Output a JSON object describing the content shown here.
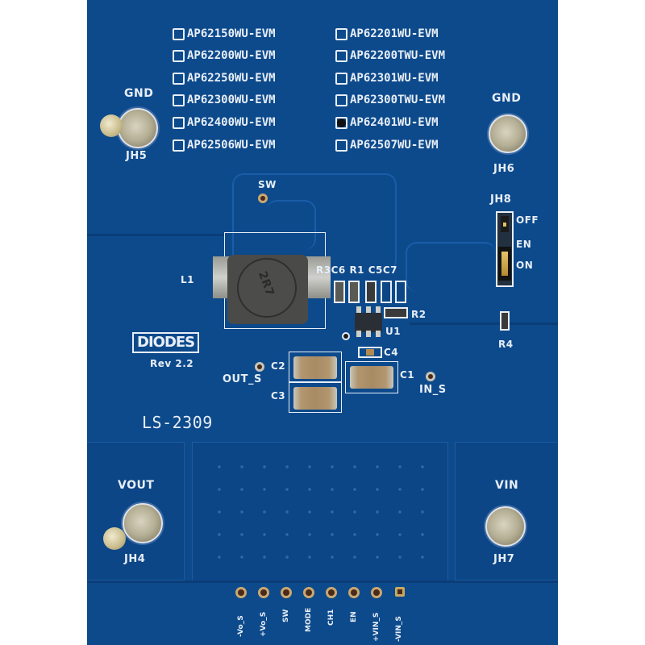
{
  "board": {
    "name": "LS-2309",
    "revision": "Rev 2.2",
    "brand": "DIODES",
    "colors": {
      "solder_mask": "#0d4a8c",
      "silkscreen": "#e8eef6",
      "copper_pour": "#0c4686"
    }
  },
  "evm_options": {
    "left": [
      {
        "label": "AP62150WU-EVM",
        "checked": false
      },
      {
        "label": "AP62200WU-EVM",
        "checked": false
      },
      {
        "label": "AP62250WU-EVM",
        "checked": false
      },
      {
        "label": "AP62300WU-EVM",
        "checked": false
      },
      {
        "label": "AP62400WU-EVM",
        "checked": false
      },
      {
        "label": "AP62506WU-EVM",
        "checked": false
      }
    ],
    "right": [
      {
        "label": "AP62201WU-EVM",
        "checked": false
      },
      {
        "label": "AP62200TWU-EVM",
        "checked": false
      },
      {
        "label": "AP62301WU-EVM",
        "checked": false
      },
      {
        "label": "AP62300TWU-EVM",
        "checked": false
      },
      {
        "label": "AP62401WU-EVM",
        "checked": true
      },
      {
        "label": "AP62507WU-EVM",
        "checked": false
      }
    ]
  },
  "terminals": {
    "jh5": {
      "net": "GND",
      "ref": "JH5"
    },
    "jh6": {
      "net": "GND",
      "ref": "JH6"
    },
    "jh4": {
      "net": "VOUT",
      "ref": "JH4"
    },
    "jh7": {
      "net": "VIN",
      "ref": "JH7"
    }
  },
  "jumper": {
    "ref": "JH8",
    "labels": [
      "OFF",
      "EN",
      "ON"
    ]
  },
  "components": {
    "inductor": {
      "ref": "L1",
      "marking": "2R7"
    },
    "ic": {
      "ref": "U1"
    },
    "small_parts": [
      "R3",
      "C6",
      "R1",
      "C5",
      "C7"
    ],
    "r2": "R2",
    "r4": "R4",
    "c1": "C1",
    "c2": "C2",
    "c3": "C3",
    "c4": "C4"
  },
  "test_points": {
    "sw": "SW",
    "out_s": "OUT_S",
    "in_s": "IN_S"
  },
  "header_pins": [
    "-Vo_S",
    "+Vo_S",
    "SW",
    "MODE",
    "CH1",
    "EN",
    "+VIN_S",
    "-VIN_S"
  ]
}
